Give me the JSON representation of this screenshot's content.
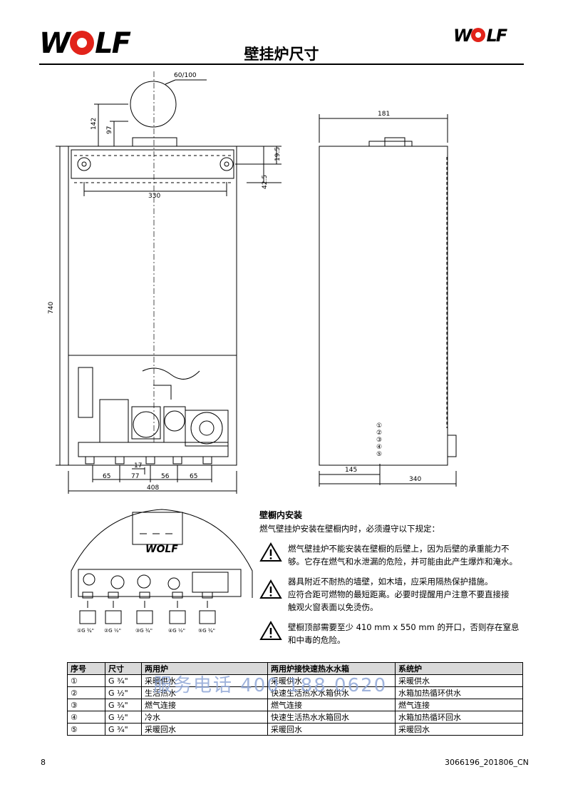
{
  "header": {
    "logo_text": "WOLF",
    "title": "壁挂炉尺寸"
  },
  "dimensions": {
    "flue": "60/100",
    "top_142": "142",
    "top_97": "97",
    "bracket_330": "330",
    "right_19_5": "19.5",
    "right_42_5": "42.5",
    "height_740": "740",
    "bottom_17": "17",
    "bottom_65a": "65",
    "bottom_77": "77",
    "bottom_56": "56",
    "bottom_65b": "65",
    "width_408": "408",
    "side_181": "181",
    "side_145": "145",
    "side_340": "340"
  },
  "connection_markers": [
    "①",
    "②",
    "③",
    "④",
    "⑤"
  ],
  "callout_labels": [
    "①G ¾\"",
    "②G ½\"",
    "③G ¾\"",
    "④G ½\"",
    "⑤G ¾\""
  ],
  "cabinet": {
    "title": "壁橱内安装",
    "intro": "燃气壁挂炉安装在壁橱内时，必须遵守以下规定：",
    "warnings": [
      {
        "lines": [
          "燃气壁挂炉不能安装在壁橱的后壁上，因为后壁的承重能力不",
          "够。它存在燃气和水泄漏的危险，并可能由此产生爆炸和淹水。"
        ]
      },
      {
        "lines": [
          "器具附近不耐热的墙壁，如木墙，应采用隔热保护措施。",
          "应符合距可燃物的最短距离。必要时提醒用户注意不要直接接",
          "触观火窗表面以免烫伤。"
        ]
      },
      {
        "lines": [
          "壁橱顶部需要至少 410 mm x 550 mm 的开口，否则存在窒息",
          "和中毒的危险。"
        ]
      }
    ]
  },
  "table": {
    "headers": [
      "序号",
      "尺寸",
      "两用炉",
      "两用炉接快速热水水箱",
      "系统炉"
    ],
    "rows": [
      [
        "①",
        "G ¾\"",
        "采暖供水",
        "采暖供水",
        "采暖供水"
      ],
      [
        "②",
        "G ½\"",
        "生活热水",
        "快速生活热水水箱供水",
        "水箱加热循环供水"
      ],
      [
        "③",
        "G ¾\"",
        "燃气连接",
        "燃气连接",
        "燃气连接"
      ],
      [
        "④",
        "G ½\"",
        "冷水",
        "快速生活热水水箱回水",
        "水箱加热循环回水"
      ],
      [
        "⑤",
        "G ¾\"",
        "采暖回水",
        "采暖回水",
        "采暖回水"
      ]
    ]
  },
  "watermark": "服务电话 400 188 0620",
  "footer": {
    "page": "8",
    "doc_no": "3066196_201806_CN"
  },
  "colors": {
    "logo_red": "#e2231a",
    "header_bg": "#d9d9d9",
    "watermark": "#8fa6d6"
  }
}
